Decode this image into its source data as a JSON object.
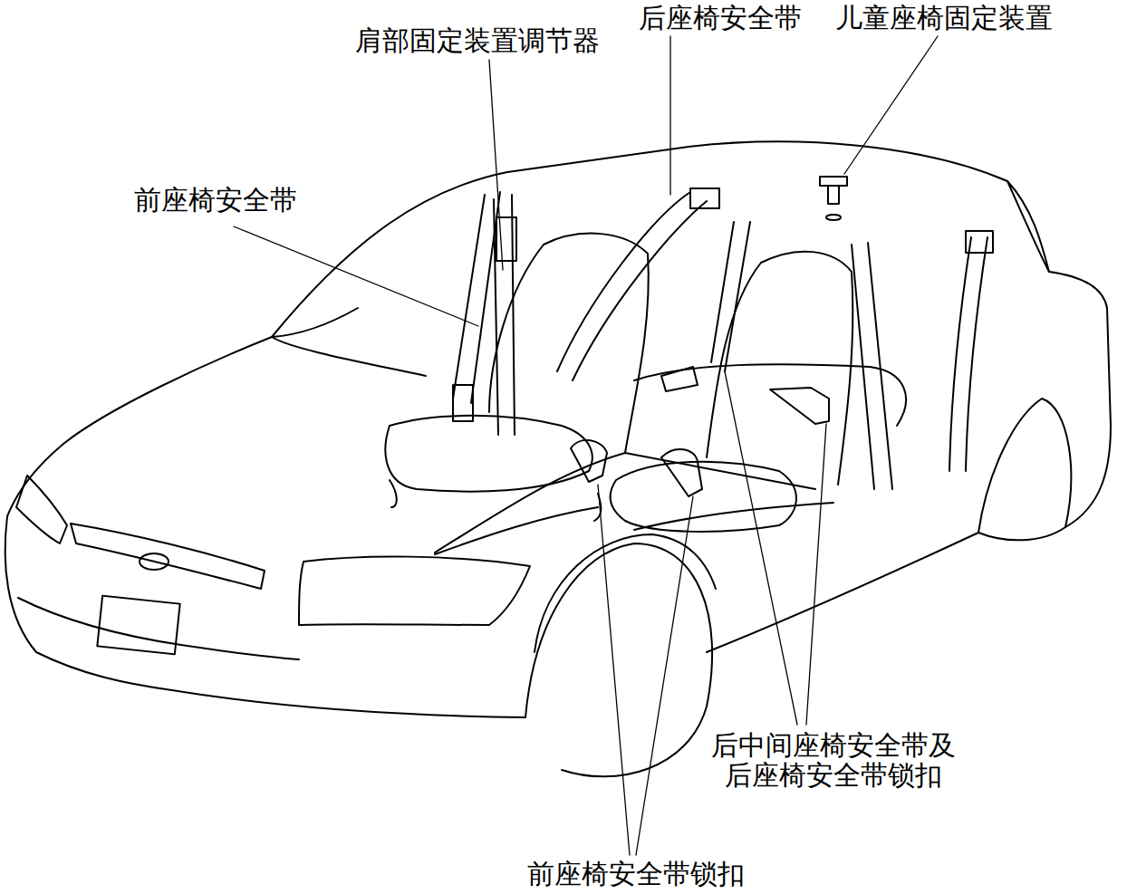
{
  "diagram": {
    "labels": [
      "肩部固定装置调节器",
      "后座椅安全带",
      "儿童座椅固定装置",
      "前座椅安全带",
      "后中间座椅安全带及 后座椅安全带锁扣",
      "前座椅安全带锁扣"
    ]
  }
}
